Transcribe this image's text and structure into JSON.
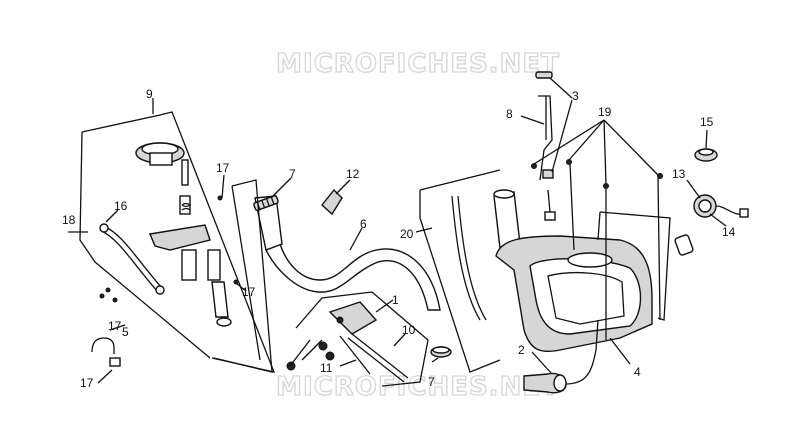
{
  "watermark": {
    "top": "MICROFICHES.NET",
    "bottom": "MICROFICHES.NET"
  },
  "callouts": {
    "c1": "1",
    "c2": "2",
    "c3": "3",
    "c4": "4",
    "c5": "5",
    "c6": "6",
    "c7a": "7",
    "c7b": "7",
    "c8": "8",
    "c9": "9",
    "c10": "10",
    "c11": "11",
    "c12": "12",
    "c13": "13",
    "c14": "14",
    "c15": "15",
    "c16": "16",
    "c17a": "17",
    "c17b": "17",
    "c17c": "17",
    "c17d": "17",
    "c18": "18",
    "c19": "19",
    "c20": "20"
  }
}
